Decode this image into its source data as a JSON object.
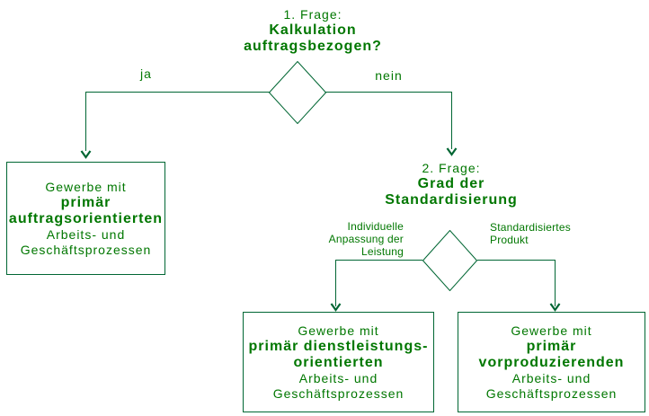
{
  "colors": {
    "text": "#007700",
    "line": "#006633",
    "background": "#ffffff"
  },
  "question1": {
    "prefix": "1. Frage:",
    "title_line1": "Kalkulation",
    "title_line2": "auftragsbezogen?"
  },
  "decision1": {
    "yes_label": "ja",
    "no_label": "nein"
  },
  "question2": {
    "prefix": "2. Frage:",
    "title_line1": "Grad der",
    "title_line2": "Standardisierung"
  },
  "decision2": {
    "left_label": [
      "Individuelle",
      "Anpassung der",
      "Leistung"
    ],
    "right_label": [
      "Standardisiertes",
      "Produkt"
    ]
  },
  "outcomes": {
    "left": {
      "intro": "Gewerbe mit",
      "emphasis": [
        "primär",
        "auftragsorientierten"
      ],
      "outro": [
        "Arbeits- und",
        "Geschäftsprozessen"
      ]
    },
    "middle": {
      "intro": "Gewerbe mit",
      "emphasis": [
        "primär dienstleistungs-",
        "orientierten"
      ],
      "outro": [
        "Arbeits- und",
        "Geschäftsprozessen"
      ]
    },
    "right": {
      "intro": "Gewerbe mit",
      "emphasis": [
        "primär",
        "vorproduzierenden"
      ],
      "outro": [
        "Arbeits- und",
        "Geschäftsprozessen"
      ]
    }
  }
}
